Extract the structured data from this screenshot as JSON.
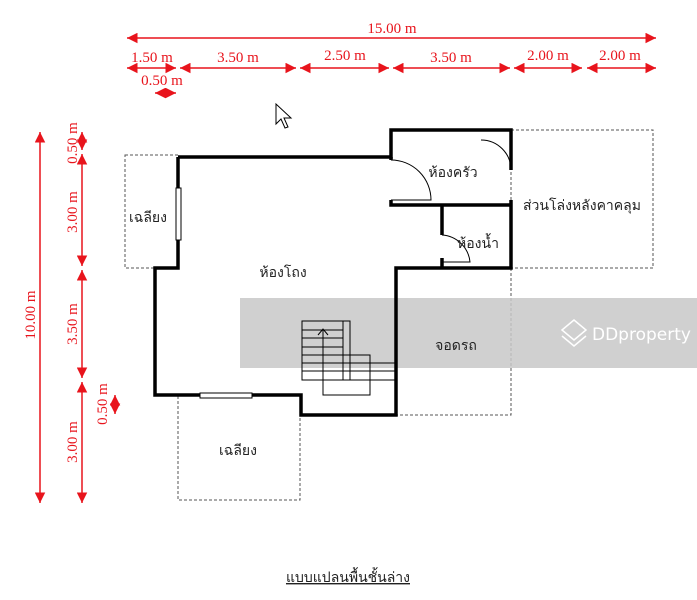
{
  "dimensions": {
    "overall_width": "15.00 m",
    "width_segments": [
      "1.50 m",
      "3.50 m",
      "2.50 m",
      "3.50 m",
      "2.00 m",
      "2.00 m"
    ],
    "width_small": "0.50 m",
    "overall_depth": "10.00 m",
    "depth_segments": [
      "0.50 m",
      "3.00 m",
      "3.50 m",
      "3.00 m"
    ],
    "depth_small": "0.50 m"
  },
  "rooms": {
    "porch_left": "เฉลียง",
    "kitchen": "ห้องครัว",
    "covered_open_area": "ส่วนโล่งหลังคาคลุม",
    "bathroom": "ห้องน้ำ",
    "hall": "ห้องโถง",
    "carport": "จอดรถ",
    "porch_front": "เฉลียง"
  },
  "title": "แบบแปลนพื้นชั้นล่าง",
  "watermark": "DDproperty",
  "colors": {
    "dimension": "#e8141c",
    "wall": "#000000",
    "watermark_band": "#c8c8c8"
  }
}
